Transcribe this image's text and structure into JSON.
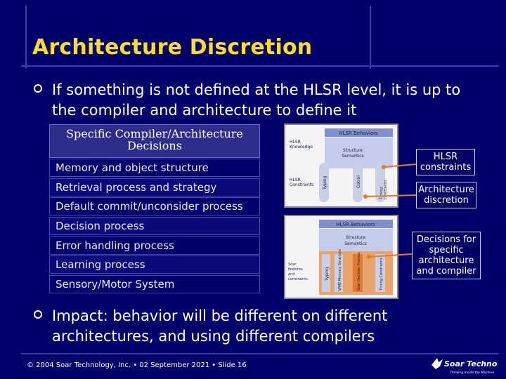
{
  "slide": {
    "title": "Architecture Discretion",
    "bullet1": "If something is not defined at the HLSR level, it is up to the compiler and architecture to define it",
    "bullet2": "Impact: behavior will be different on different architectures, and using different compilers"
  },
  "panel": {
    "heading": "Specific Compiler/Architecture Decisions",
    "rows": [
      "Memory and object structure",
      "Retrieval process and strategy",
      "Default commit/unconsider process",
      "Decision process",
      "Error handling process",
      "Learning process",
      "Sensory/Motor System"
    ]
  },
  "callouts": {
    "hlsr_constraints": "HLSR constraints",
    "architecture_discretion": "Architecture discretion",
    "decisions": "Decisions for specific architecture and compiler"
  },
  "diagram_top": {
    "behaviors": "HLSR Behaviors",
    "knowledge": "HLSR Knowledge",
    "structure": "Structure",
    "semantics": "Semantics",
    "constraints": "HLSR Constraints",
    "typing": "Typing",
    "cotrol": "Cotrol",
    "timing": "Timing constraints"
  },
  "diagram_bottom": {
    "behaviors": "HLSR Behaviors",
    "structure": "Structure",
    "semantics": "Semantics",
    "soar": "Soar features and constraints",
    "typing": "Typing",
    "wme": "WME Memory Structure",
    "decision": "Soar Decision Process",
    "timing": "Timing Constraints"
  },
  "footer": {
    "text": "© 2004 Soar Technology, Inc. • 02 September 2021 • Slide 16"
  },
  "logo": {
    "name": "Soar Technology",
    "tagline": "Thinking Inside the Machine"
  },
  "colors": {
    "background": "#00006a",
    "title": "#ffdd22",
    "bar_blue": "#7f8fd0",
    "bar_orange": "#e07a30"
  }
}
